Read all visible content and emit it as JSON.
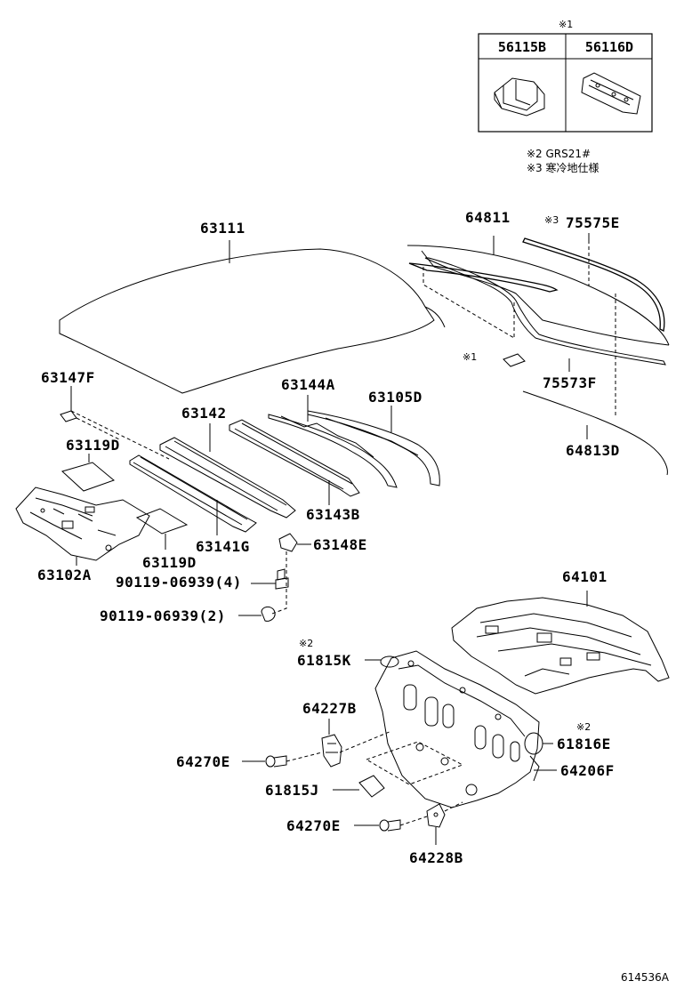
{
  "inset": {
    "mark": "※1",
    "headers": [
      "56115B",
      "56116D"
    ]
  },
  "notes": {
    "n2": "※2 GRS21#",
    "n3": "※3 寒冷地仕様"
  },
  "callouts": [
    {
      "id": "p63111",
      "text": "63111"
    },
    {
      "id": "p64811",
      "text": "64811"
    },
    {
      "id": "p75575e",
      "text": "75575E",
      "mark": "※3"
    },
    {
      "id": "p75573f",
      "text": "75573F",
      "mark": "※1"
    },
    {
      "id": "p64813d",
      "text": "64813D"
    },
    {
      "id": "p63147f",
      "text": "63147F"
    },
    {
      "id": "p63144a",
      "text": "63144A"
    },
    {
      "id": "p63105d",
      "text": "63105D"
    },
    {
      "id": "p63142",
      "text": "63142"
    },
    {
      "id": "p63119d_a",
      "text": "63119D"
    },
    {
      "id": "p63143b",
      "text": "63143B"
    },
    {
      "id": "p63141g",
      "text": "63141G"
    },
    {
      "id": "p63148e",
      "text": "63148E"
    },
    {
      "id": "p63102a",
      "text": "63102A"
    },
    {
      "id": "p63119d_b",
      "text": "63119D"
    },
    {
      "id": "p90119_4",
      "text": "90119-06939(4)"
    },
    {
      "id": "p90119_2",
      "text": "90119-06939(2)"
    },
    {
      "id": "p64101",
      "text": "64101"
    },
    {
      "id": "p61815k",
      "text": "61815K",
      "mark": "※2"
    },
    {
      "id": "p64227b",
      "text": "64227B"
    },
    {
      "id": "p61816e",
      "text": "61816E",
      "mark": "※2"
    },
    {
      "id": "p64270e_a",
      "text": "64270E"
    },
    {
      "id": "p64206f",
      "text": "64206F"
    },
    {
      "id": "p61815j",
      "text": "61815J"
    },
    {
      "id": "p64270e_b",
      "text": "64270E"
    },
    {
      "id": "p64228b",
      "text": "64228B"
    }
  ],
  "figure_code": "614536A"
}
